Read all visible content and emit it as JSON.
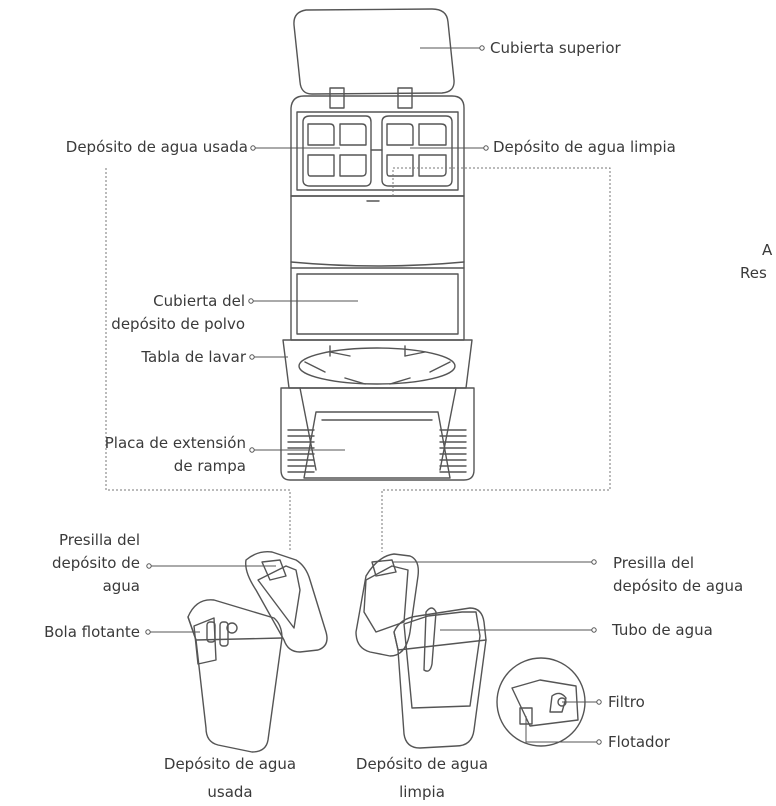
{
  "labels": {
    "top_cover": "Cubierta superior",
    "used_tank": "Depósito de agua usada",
    "clean_tank": "Depósito de agua limpia",
    "dust_cover_1": "Cubierta del",
    "dust_cover_2": "depósito de polvo",
    "wash_board": "Tabla de lavar",
    "ramp_1": "Placa de extensión",
    "ramp_2": "de rampa",
    "left_clip_1": "Presilla del",
    "left_clip_2": "depósito de",
    "left_clip_3": "agua",
    "float_ball": "Bola flotante",
    "right_clip_1": "Presilla del",
    "right_clip_2": "depósito de agua",
    "water_tube": "Tubo de agua",
    "filter": "Filtro",
    "floater": "Flotador",
    "bottom_used_1": "Depósito de agua",
    "bottom_used_2": "usada",
    "bottom_clean_1": "Depósito de agua",
    "bottom_clean_2": "limpia",
    "edge_1": "A",
    "edge_2": "Res"
  }
}
